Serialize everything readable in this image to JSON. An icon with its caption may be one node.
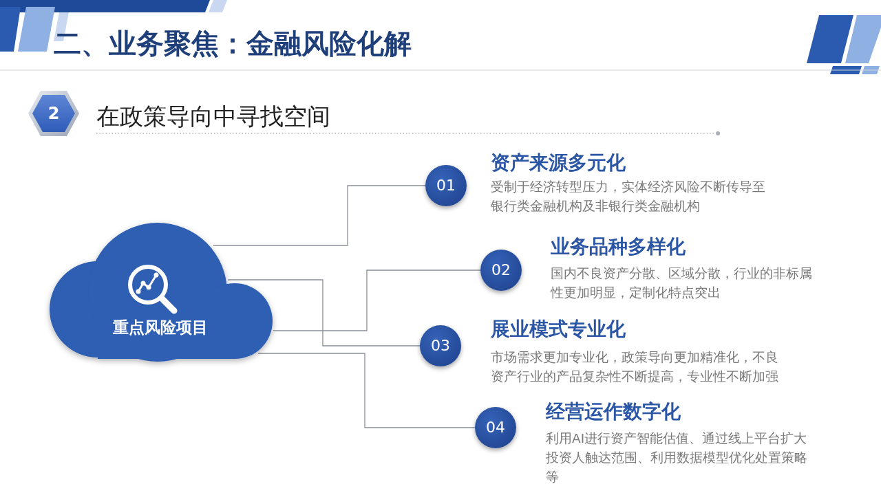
{
  "diagram": {
    "title": "二、业务聚焦：金融风险化解",
    "nodes": [
      {
        "text": [
          "2"
        ],
        "beside": [
          "在政策导向中寻找空间"
        ]
      },
      {
        "text": [
          "重点风险项目"
        ]
      },
      {
        "text": [
          "01"
        ],
        "beside": [
          "资产来源多元化",
          "受制于经济转型压力，实体经济风险不断传导至银行类金融机构及非银行类金融机构"
        ]
      },
      {
        "text": [
          "02"
        ],
        "beside": [
          "业务品种多样化",
          "国内不良资产分散、区域分散，行业的非标属性更加明显，定制化特点突出"
        ]
      },
      {
        "text": [
          "03"
        ],
        "beside": [
          "展业模式专业化",
          "市场需求更加专业化，政策导向更加精准化，不良资产行业的产品复杂性不断提高，专业性不断加强"
        ]
      },
      {
        "text": [
          "04"
        ],
        "beside": [
          "经营运作数字化",
          "利用AI进行资产智能估值、通过线上平台扩大投资人触达范围、利用数据模型优化处置策略等"
        ]
      }
    ],
    "edges": [
      {
        "from": 1,
        "to": 2,
        "arrow": "none"
      },
      {
        "from": 1,
        "to": 3,
        "arrow": "none"
      },
      {
        "from": 1,
        "to": 4,
        "arrow": "none"
      },
      {
        "from": 1,
        "to": 5,
        "arrow": "none"
      }
    ]
  }
}
